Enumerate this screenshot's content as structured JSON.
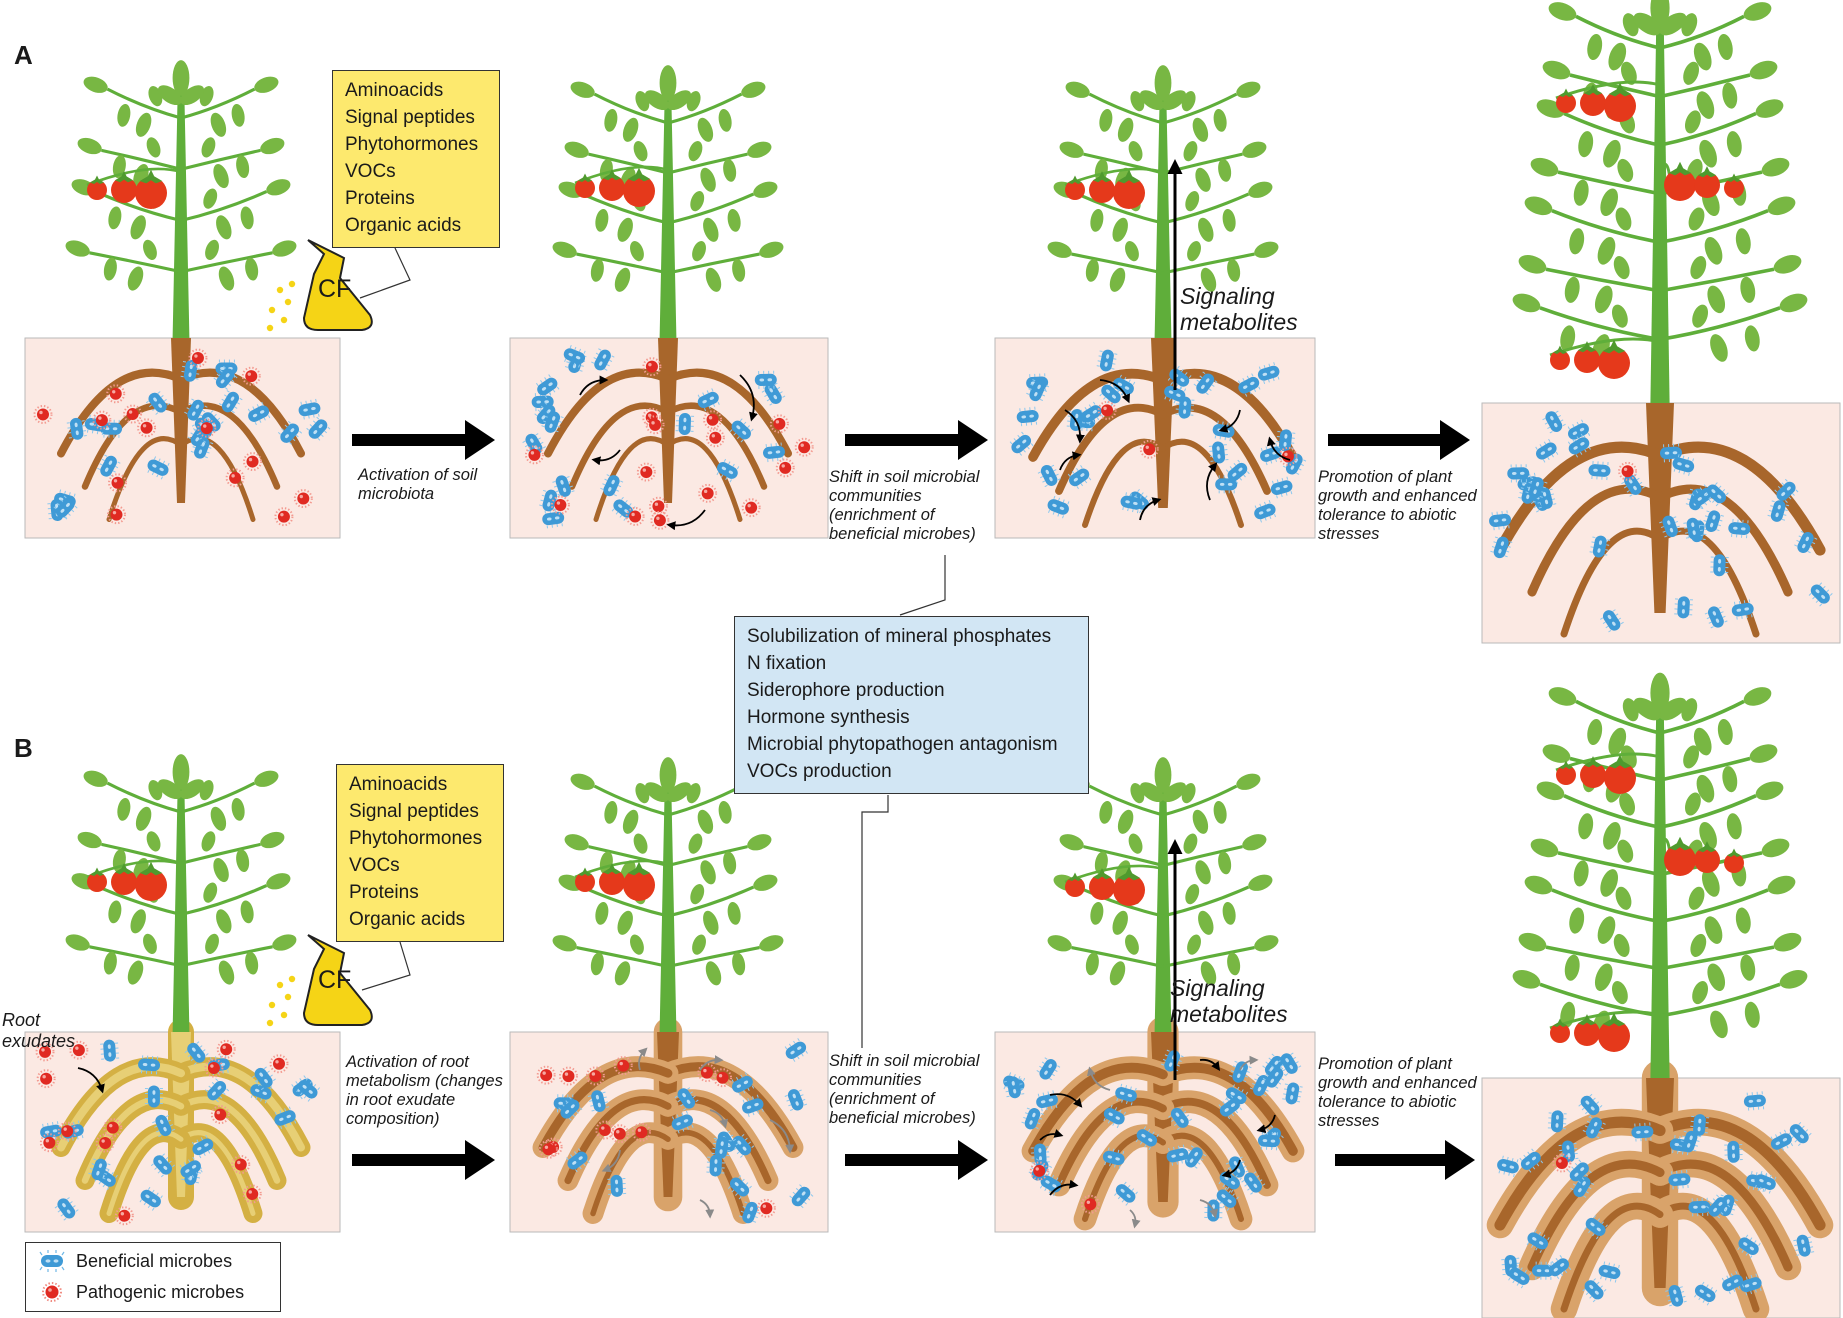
{
  "panels": [
    {
      "letter": "A",
      "box_items": [
        "Aminoacids",
        "Signal peptides",
        "Phytohormones",
        "VOCs",
        "Proteins",
        "Organic acids"
      ],
      "flask_label": "CF",
      "step1": "Activation of soil microbiota",
      "step2": "Shift in soil microbial communities (enrichment of beneficial microbes)",
      "signal": "Signaling metabolites",
      "step3": "Promotion of plant growth and enhanced tolerance to abiotic stresses"
    },
    {
      "letter": "B",
      "box_items": [
        "Aminoacids",
        "Signal peptides",
        "Phytohormones",
        "VOCs",
        "Proteins",
        "Organic acids"
      ],
      "flask_label": "CF",
      "root_label": "Root exudates",
      "step1": "Activation of root metabolism (changes in root exudate composition)",
      "step2": "Shift in soil microbial communities (enrichment of beneficial microbes)",
      "signal": "Signaling metabolites",
      "step3": "Promotion of plant growth and enhanced tolerance to abiotic stresses"
    }
  ],
  "microbe_functions": [
    "Solubilization of mineral phosphates",
    "N fixation",
    "Siderophore production",
    "Hormone synthesis",
    "Microbial phytopathogen antagonism",
    "VOCs production"
  ],
  "legend": {
    "beneficial": "Beneficial microbes",
    "pathogenic": "Pathogenic microbes"
  },
  "colors": {
    "soil": "#fbe9e3",
    "stem": "#5fae3a",
    "leaf": "#78b743",
    "root": "#a8662b",
    "root_light": "#d9a36a",
    "root_exudate": "#d4b043",
    "tomato": "#e5391b",
    "beneficial": "#3f9ad6",
    "pathogenic": "#e02a22",
    "yellow_box": "#fde96e",
    "blue_box": "#d2e6f4"
  }
}
